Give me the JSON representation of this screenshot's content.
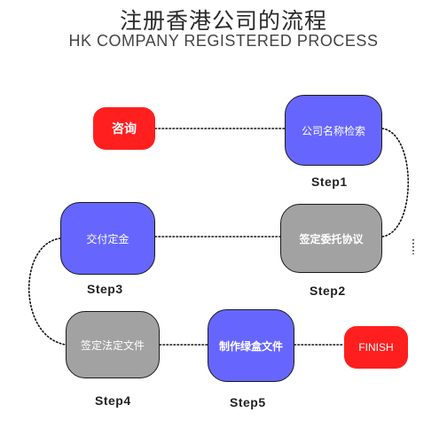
{
  "header": {
    "title_cn": "注册香港公司的流程",
    "title_en": "HK COMPANY REGISTERED PROCESS"
  },
  "colors": {
    "blue": "#6666ff",
    "gray": "#a2a2a2",
    "red": "#ff1f1f"
  },
  "nodes": {
    "consult": "咨询",
    "name_search": "公司名称检索",
    "sign_entrust": "签定委托协议",
    "deposit": "交付定金",
    "sign_legal": "签定法定文件",
    "make_docs": "制作绿盒文件",
    "finish": "FINISH"
  },
  "steps": {
    "step1": "Step1",
    "step2": "Step2",
    "step3": "Step3",
    "step4": "Step4",
    "step5": "Step5"
  }
}
